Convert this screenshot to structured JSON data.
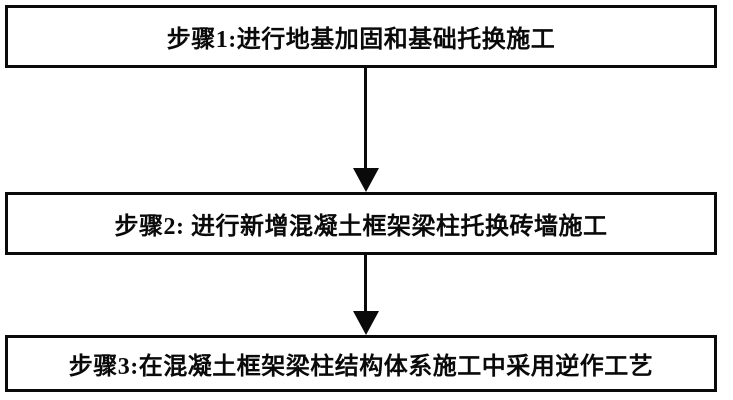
{
  "figure": {
    "kind": "flowchart",
    "direction": "top-down",
    "background_color": "#ffffff",
    "box_border_color": "#0a0a0a",
    "text_color": "#0a0a0a",
    "arrow_color": "#0a0a0a",
    "steps": [
      {
        "id": 1,
        "label": "步骤1:进行地基加固和基础托换施工"
      },
      {
        "id": 2,
        "label": "步骤2: 进行新增混凝土框架梁柱托换砖墙施工"
      },
      {
        "id": 3,
        "label": "步骤3:在混凝土框架梁柱结构体系施工中采用逆作工艺"
      }
    ],
    "connectors": [
      {
        "from_step": 1,
        "to_step": 2,
        "style": "solid-line-filled-arrowhead-down"
      },
      {
        "from_step": 2,
        "to_step": 3,
        "style": "solid-line-filled-arrowhead-down"
      }
    ]
  }
}
